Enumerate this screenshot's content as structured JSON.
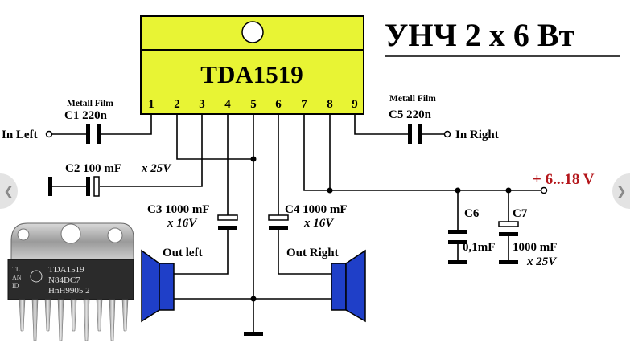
{
  "title": "УНЧ  2 x 6 Вт",
  "chip": {
    "name": "TDA1519",
    "pins": [
      "1",
      "2",
      "3",
      "4",
      "5",
      "6",
      "7",
      "8",
      "9"
    ]
  },
  "package_photo": {
    "marking": [
      "TDA1519",
      "N84DC7",
      "HnH9905  2"
    ],
    "logo_lines": [
      "TL",
      "AN",
      "ID"
    ]
  },
  "labels": {
    "metall_film_left": "Metall Film",
    "metall_film_right": "Metall Film",
    "c1": "C1  220n",
    "c2_name": "C2  100 mF",
    "c2_voltage": "x 25V",
    "c3_name": "C3  1000 mF",
    "c3_voltage": "x 16V",
    "c4_name": "C4  1000 mF",
    "c4_voltage": "x 16V",
    "c5": "C5  220n",
    "c6_name": "C6",
    "c6_value": "0,1mF",
    "c7_name": "C7",
    "c7_value": "1000 mF",
    "c7_voltage": "x 25V",
    "in_left": "In Left",
    "in_right": "In Right",
    "out_left": "Out left",
    "out_right": "Out Right",
    "supply": "+ 6...18 V"
  },
  "nav": {
    "prev": "❮",
    "next": "❯"
  },
  "colors": {
    "chip_fill": "#e8f434",
    "speaker_fill": "#1f3fc8",
    "supply_text": "#b4161b",
    "wire": "#000000"
  }
}
